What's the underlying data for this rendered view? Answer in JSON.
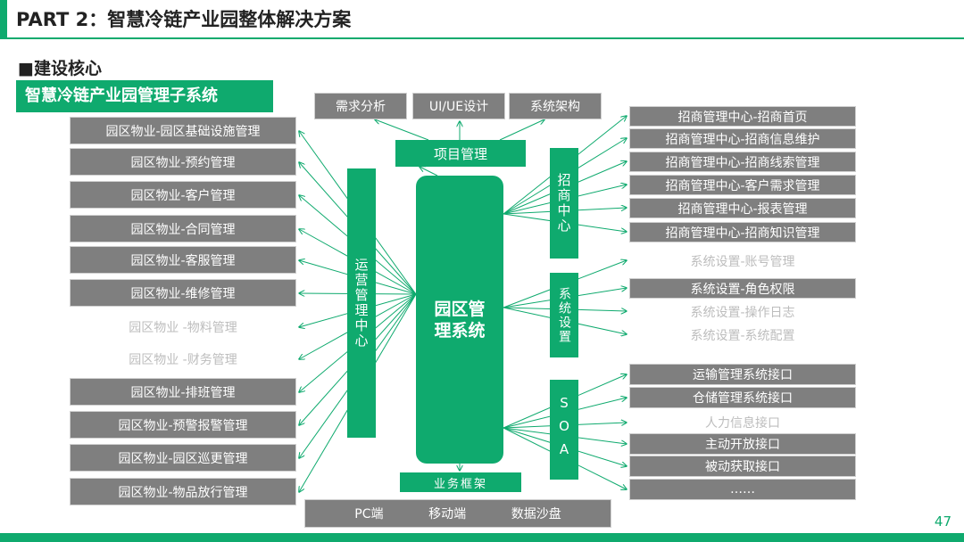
{
  "header": {
    "title": "PART 2：智慧冷链产业园整体解决方案"
  },
  "section": {
    "heading": "■建设核心",
    "subsystem_label": "智慧冷链产业园管理子系统"
  },
  "colors": {
    "accent": "#0faa6e",
    "box_gray": "#7f7f7f",
    "faded_text": "#bdbdbd"
  },
  "core": {
    "label_line1": "园区管",
    "label_line2": "理系统"
  },
  "top": {
    "items": [
      "需求分析",
      "UI/UE设计",
      "系统架构"
    ],
    "project_mgmt": "项目管理"
  },
  "bottom": {
    "framework": "业务框架",
    "items": [
      "PC端",
      "移动端",
      "数据沙盘"
    ]
  },
  "operations": {
    "center_label": "运营管理中心",
    "items": [
      {
        "label": "园区物业-园区基础设施管理",
        "faded": false
      },
      {
        "label": "园区物业-预约管理",
        "faded": false
      },
      {
        "label": "园区物业-客户管理",
        "faded": false
      },
      {
        "label": "园区物业-合同管理",
        "faded": false
      },
      {
        "label": "园区物业-客服管理",
        "faded": false
      },
      {
        "label": "园区物业-维修管理",
        "faded": false
      },
      {
        "label": "园区物业 -物料管理",
        "faded": true
      },
      {
        "label": "园区物业 -财务管理",
        "faded": true
      },
      {
        "label": "园区物业-排班管理",
        "faded": false
      },
      {
        "label": "园区物业-预警报警管理",
        "faded": false
      },
      {
        "label": "园区物业-园区巡更管理",
        "faded": false
      },
      {
        "label": "园区物业-物品放行管理",
        "faded": false
      }
    ]
  },
  "investment": {
    "center_label": "招商中心",
    "items": [
      "招商管理中心-招商首页",
      "招商管理中心-招商信息维护",
      "招商管理中心-招商线索管理",
      "招商管理中心-客户需求管理",
      "招商管理中心-报表管理",
      "招商管理中心-招商知识管理"
    ]
  },
  "settings": {
    "center_label": "系统设置",
    "items": [
      {
        "label": "系统设置-账号管理",
        "faded": true
      },
      {
        "label": "系统设置-角色权限",
        "faded": false
      },
      {
        "label": "系统设置-操作日志",
        "faded": true
      },
      {
        "label": "系统设置-系统配置",
        "faded": true
      }
    ]
  },
  "soa": {
    "center_label": "SOA",
    "items": [
      {
        "label": "运输管理系统接口",
        "faded": false
      },
      {
        "label": "仓储管理系统接口",
        "faded": false
      },
      {
        "label": "人力信息接口",
        "faded": true
      },
      {
        "label": "主动开放接口",
        "faded": false
      },
      {
        "label": "被动获取接口",
        "faded": false
      },
      {
        "label": "……",
        "faded": false
      }
    ]
  },
  "page_number": "47"
}
